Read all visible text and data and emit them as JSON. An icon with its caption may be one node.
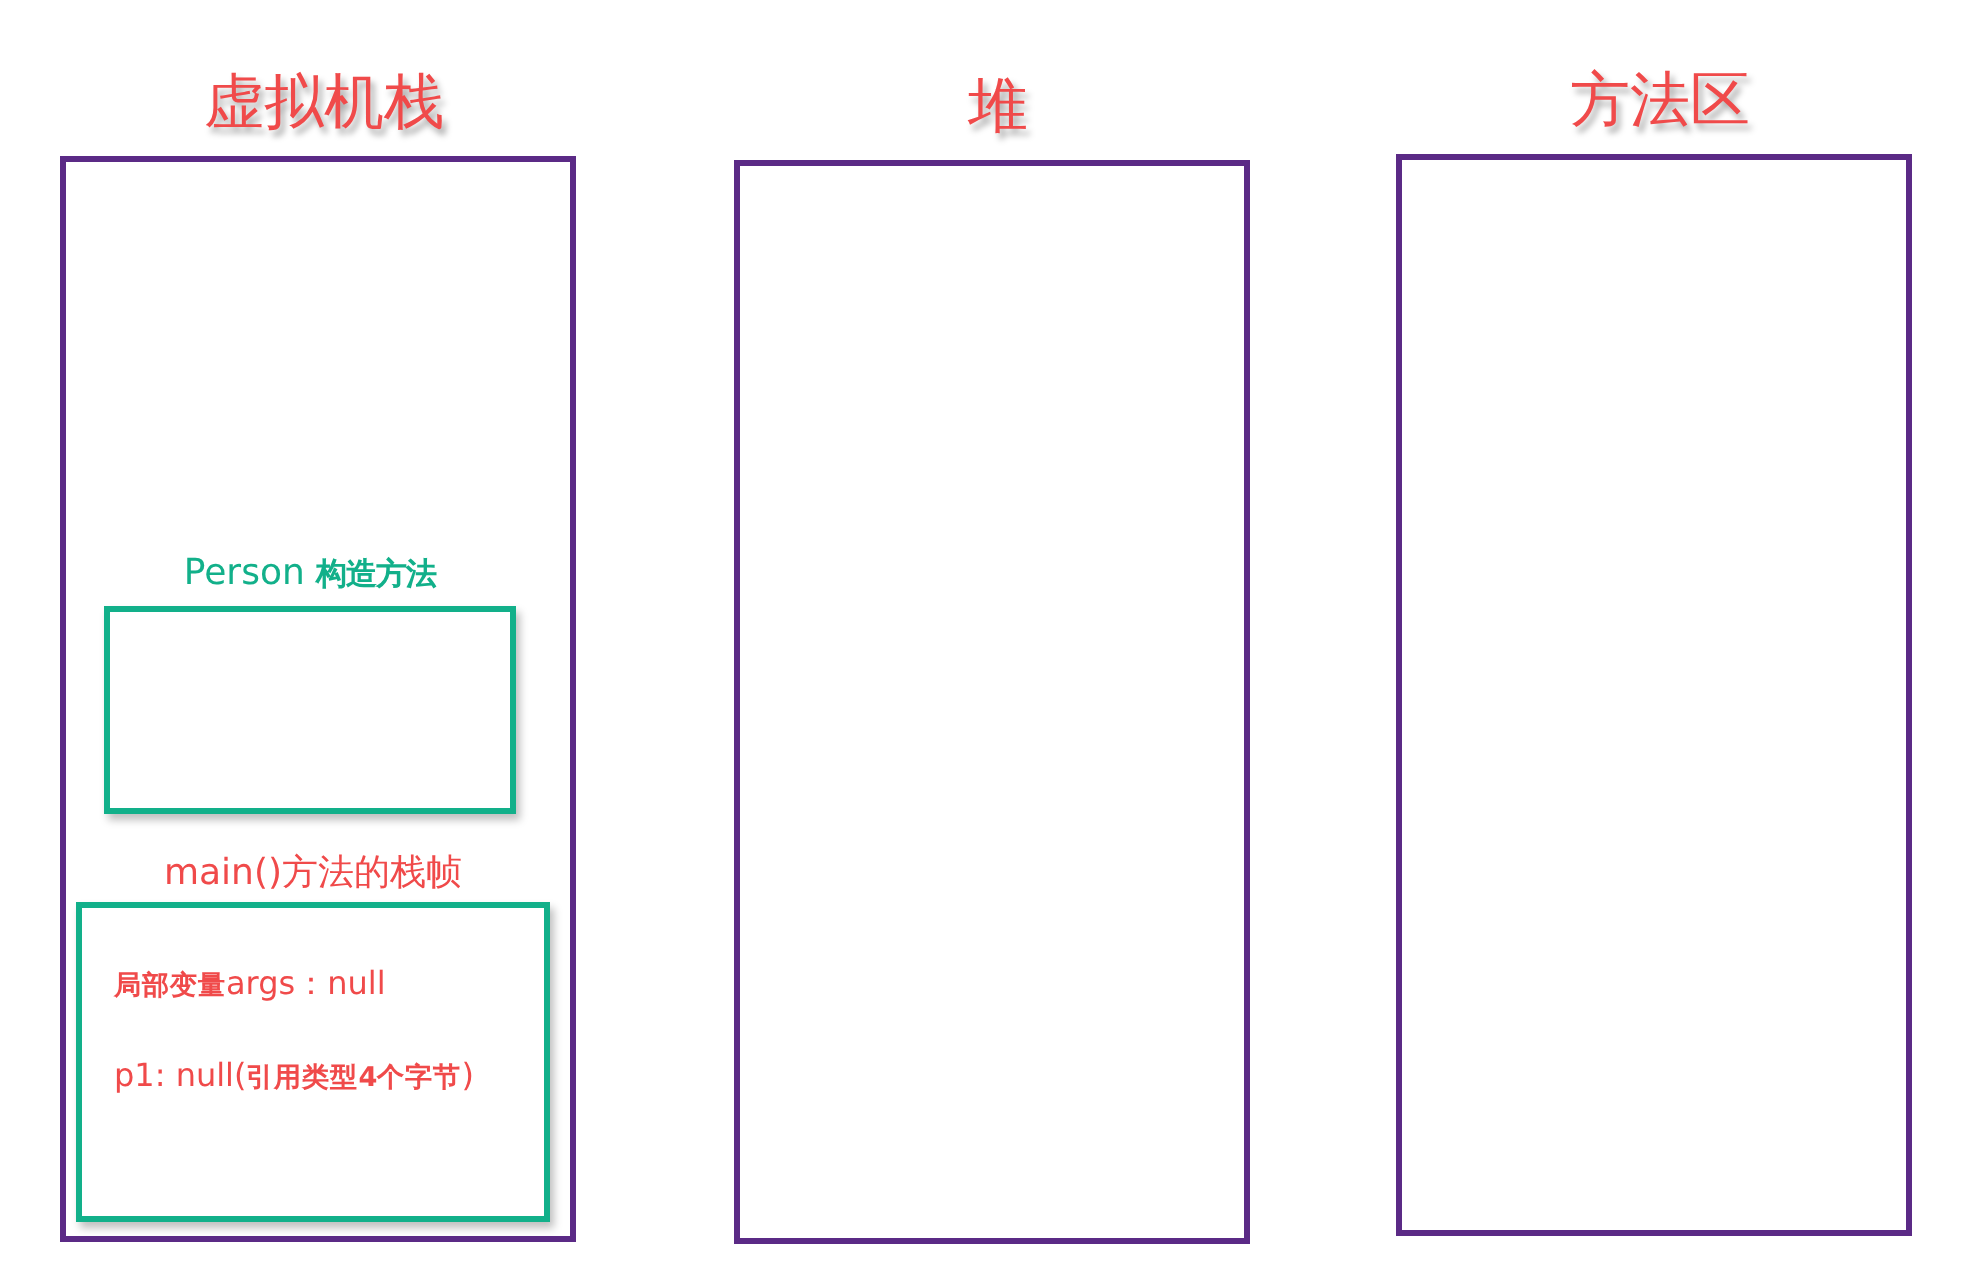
{
  "diagram": {
    "nodes": [
      {
        "text": [
          "虚拟机栈"
        ]
      },
      {
        "text": [
          "堆"
        ]
      },
      {
        "text": [
          "方法区"
        ]
      },
      {
        "text": [
          "Person **构造方法**"
        ],
        "in": 0
      },
      {
        "text": [
          "main()方法的栈帧",
          "**局部变量**args：null",
          "p1: null(**引用类型4个字节**)"
        ],
        "in": 0
      }
    ]
  }
}
